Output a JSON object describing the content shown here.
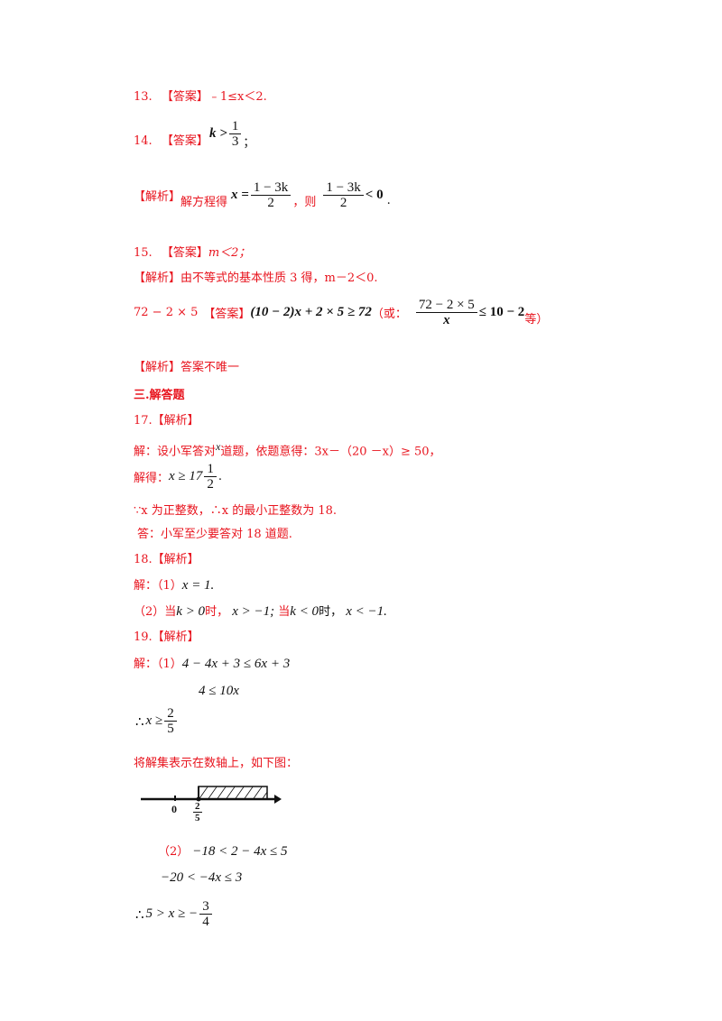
{
  "q13": {
    "num": "13.",
    "tag": "【答案】",
    "text": "﹣1≤x＜2."
  },
  "q14": {
    "num": "14.",
    "tag": "【答案】",
    "lhs": "k >",
    "num_val": "1",
    "den_val": "3",
    "tail": "；"
  },
  "q14_analysis": {
    "tag": "【解析】",
    "text": "解方程得",
    "x": "x =",
    "num": "1 − 3k",
    "den": "2",
    "then": "，则",
    "num2": "1 − 3k",
    "den2": "2",
    "rel": "< 0",
    "end": "."
  },
  "q15": {
    "num": "15.",
    "tag": "【答案】",
    "text": "m＜2；"
  },
  "q15_analysis": {
    "tag": "【解析】",
    "text": "由不等式的基本性质 3 得，m－2＜0."
  },
  "q16": {
    "num": "72 − 2 × 5",
    "tag": "【答案】",
    "expr": "(10 − 2)x + 2 × 5 ≥ 72",
    "or": "（或：",
    "den": "x",
    "rel": "≤ 10 − 2",
    "end": "等）"
  },
  "q16_analysis": {
    "tag": "【解析】",
    "text": "答案不唯一"
  },
  "section3": {
    "title": "三.解答题"
  },
  "q17": {
    "head": "17.【解析】",
    "line1_a": "解：设小军答对",
    "line1_x": "x",
    "line1_b": "道题，依题意得：3x－（20 －x）≥ 50，",
    "line2_a": "解得：",
    "line2_b": "x ≥ 17",
    "line2_num": "1",
    "line2_den": "2",
    "line2_end": ".",
    "line3": "∵x 为正整数，∴x 的最小正整数为 18.",
    "line4": "答：小军至少要答对 18 道题."
  },
  "q18": {
    "head": "18.【解析】",
    "line1_a": "解：（1）",
    "line1_b": "x = 1.",
    "line2_a": "（2）当",
    "line2_b": "k > 0",
    "line2_c": "时，",
    "line2_d": "x > −1;",
    "line2_e": "当",
    "line2_f": "k < 0",
    "line2_g": "时，",
    "line2_h": "x < −1."
  },
  "q19": {
    "head": "19.【解析】",
    "line1_a": "解：（1）",
    "line1_b": "4 − 4x + 3 ≤ 6x + 3",
    "line2": "4 ≤ 10x",
    "line3_a": "∴",
    "line3_b": "x ≥",
    "line3_num": "2",
    "line3_den": "5",
    "line4": "将解集表示在数轴上，如下图：",
    "axis_zero": "0",
    "axis_num": "2",
    "axis_den": "5",
    "line5_a": "（2）",
    "line5_b": "−18 < 2 − 4x ≤ 5",
    "line6": "−20 < −4x ≤ 3",
    "line7_a": "∴",
    "line7_b": "5 > x ≥ −",
    "line7_num": "3",
    "line7_den": "4"
  }
}
